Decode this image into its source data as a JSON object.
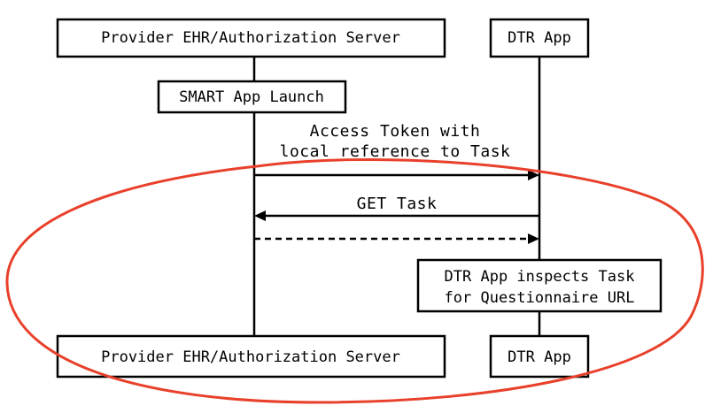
{
  "participants": {
    "ehr": {
      "label": "Provider EHR/Authorization Server"
    },
    "dtr": {
      "label": "DTR App"
    }
  },
  "activation": {
    "smart_launch": {
      "label": "SMART App Launch"
    }
  },
  "messages": {
    "access_token": {
      "line1": "Access Token with",
      "line2": "local reference to Task"
    },
    "get_task": {
      "label": "GET Task"
    }
  },
  "notes": {
    "inspect": {
      "line1": "DTR App inspects Task",
      "line2": "for Questionnaire URL"
    }
  },
  "colors": {
    "highlight": "#e8402a",
    "line": "#000000"
  }
}
